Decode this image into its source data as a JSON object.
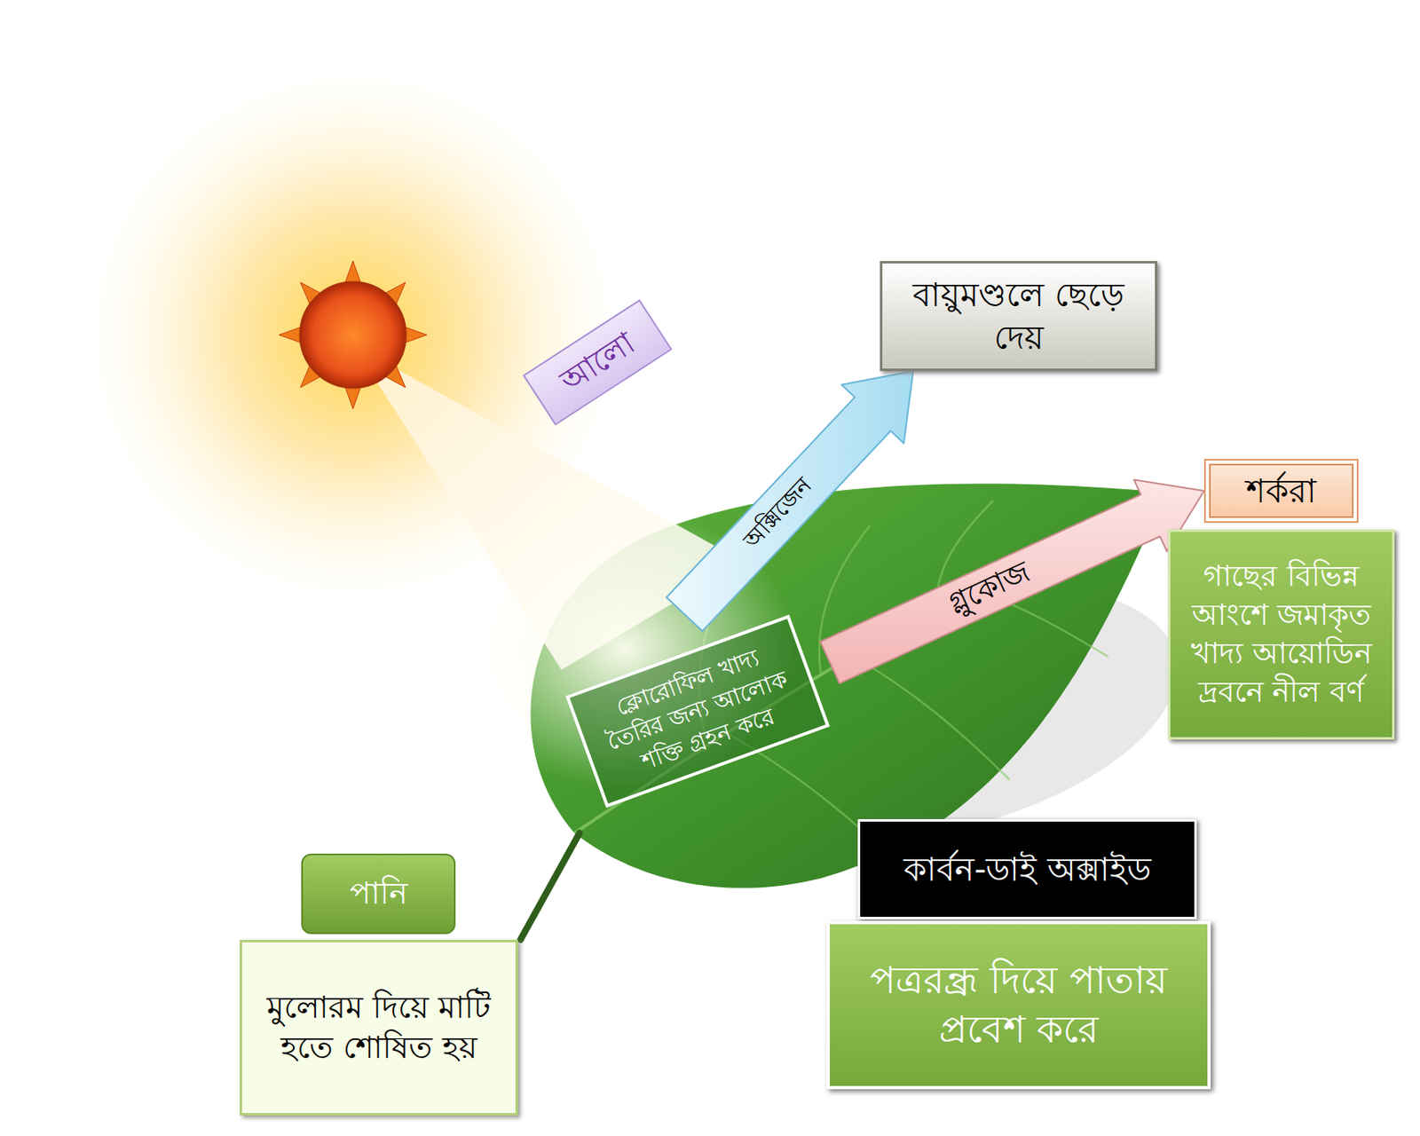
{
  "diagram": {
    "nodes": [
      {
        "text": [
          "আলো"
        ]
      },
      {
        "text": [
          "বায়ুমণ্ডলে ছেড়ে দেয়"
        ]
      },
      {
        "text": [
          "শর্করা"
        ]
      },
      {
        "text": [
          "গাছের বিভিন্ন আংশে জমাকৃত খাদ্য আয়োডিন দ্রবনে নীল বর্ণ"
        ]
      },
      {
        "text": [
          "ক্লোরোফিল খাদ্য তৈরির জন্য আলোক শক্তি গ্রহন করে"
        ]
      },
      {
        "text": [
          "পানি"
        ]
      },
      {
        "text": [
          "কার্বন-ডাই অক্সাইড"
        ]
      },
      {
        "text": [
          "মুলোরম দিয়ে মাটি হতে শোষিত হয়"
        ]
      },
      {
        "text": [
          "পত্ররন্ধ্র দিয়ে পাতায় প্রবেশ করে"
        ]
      }
    ],
    "edges": [
      {
        "from": 4,
        "to": 1,
        "arrow": "to",
        "label": "অক্সিজেন"
      },
      {
        "from": 4,
        "to": 2,
        "arrow": "to",
        "label": "গ্লুকোজ"
      }
    ]
  }
}
